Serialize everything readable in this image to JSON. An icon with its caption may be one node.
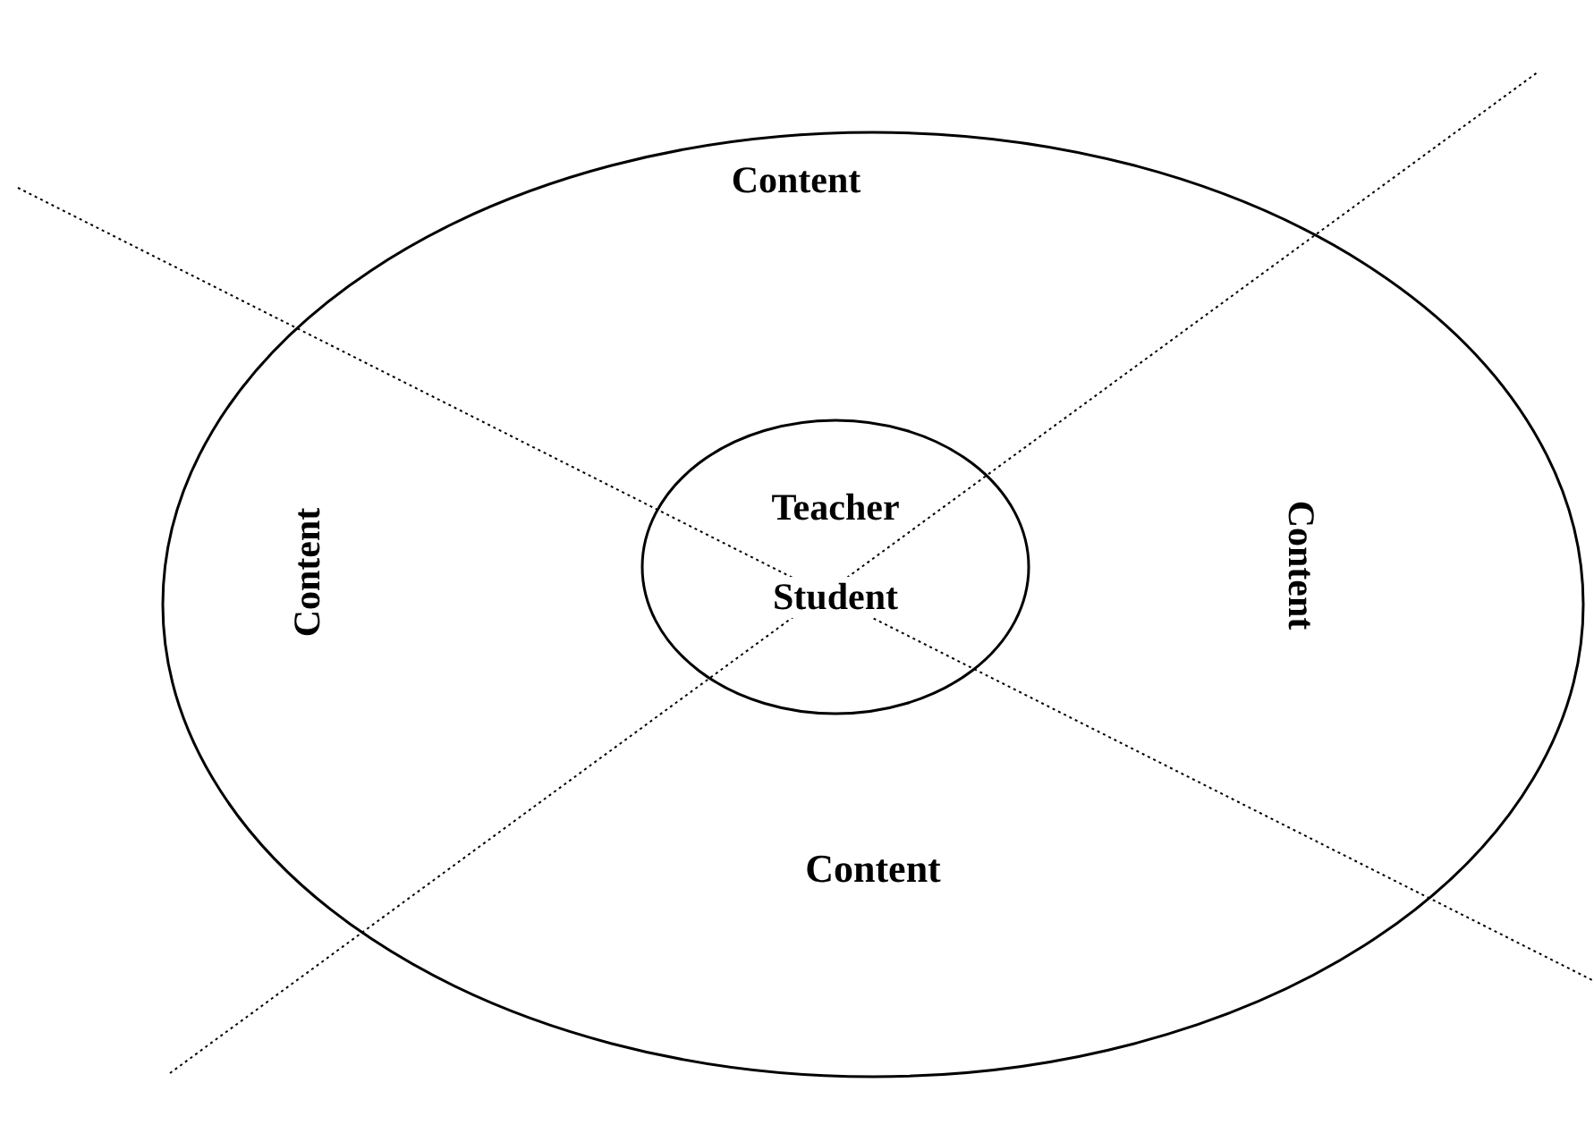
{
  "diagram": {
    "nodes": [
      {
        "text": [
          "Content",
          "Content",
          "Content",
          "Content"
        ]
      },
      {
        "text": [
          "Teacher",
          "Student"
        ],
        "in": 0
      }
    ]
  }
}
